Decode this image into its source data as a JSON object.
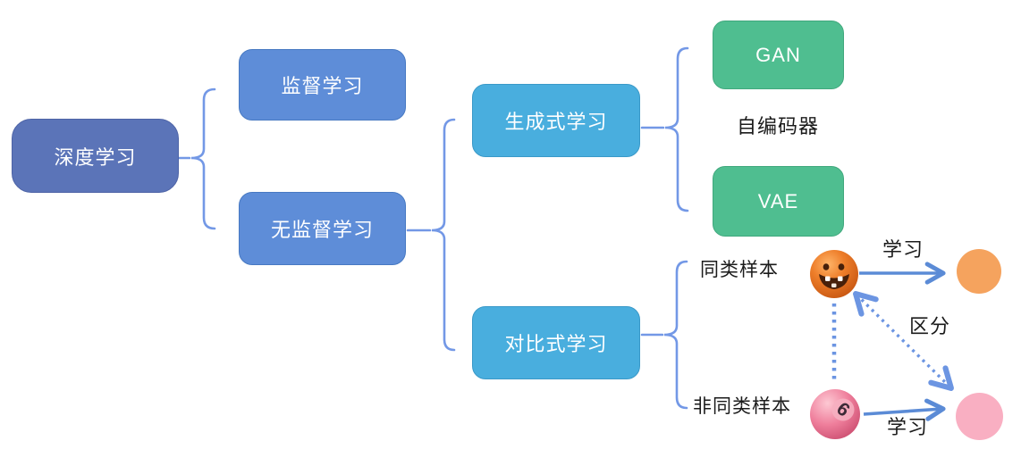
{
  "nodes": {
    "root": "深度学习",
    "supervised": "监督学习",
    "unsupervised": "无监督学习",
    "generative": "生成式学习",
    "contrastive": "对比式学习",
    "gan": "GAN",
    "autoencoder": "自编码器",
    "vae": "VAE",
    "same_class": "同类样本",
    "diff_class": "非同类样本"
  },
  "annotations": {
    "learn_top": "学习",
    "learn_bottom": "学习",
    "distinguish": "区分"
  },
  "balls": {
    "pumpkin_ball": "pumpkin-face-ball",
    "billiard_ball": "pink-billiard-ball",
    "billiard_number": "6"
  },
  "colors": {
    "root_box": "#5b74b8",
    "level1_box": "#5e8dd8",
    "level2_box": "#49aede",
    "leaf_box": "#4fbe90",
    "connector": "#7398e6",
    "arrow": "#5b8bd6",
    "dotted_arrow": "#6c95e2",
    "target_orange": "#f5a35e",
    "target_pink": "#f9afc2",
    "label_text": "#1b1b1b",
    "box_text": "#ffffff"
  }
}
